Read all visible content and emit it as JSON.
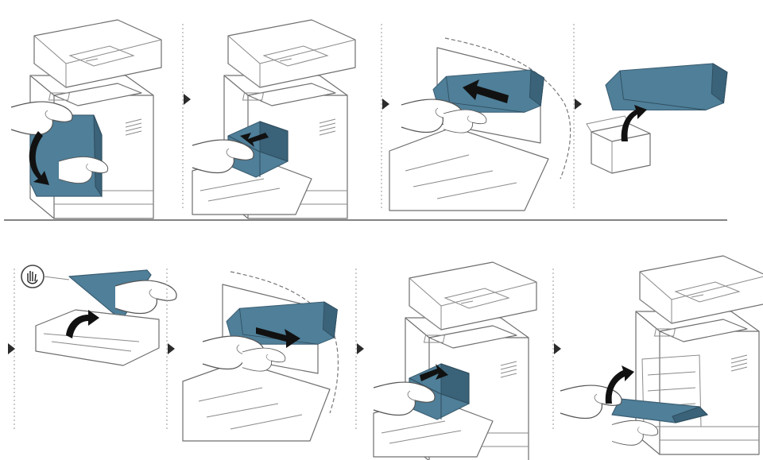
{
  "colors": {
    "accent": "#4f7f99",
    "accent_dark": "#3a6278",
    "step_marker": "#2b2b2b"
  },
  "icons": {
    "step_marker": "triangle-right-icon",
    "hands_symbol": "hand-icon"
  },
  "rows": [
    {
      "steps": [
        {
          "action": "open-front-cover"
        },
        {
          "action": "remove-toner-cartridge"
        },
        {
          "action": "pull-out-imaging-unit"
        },
        {
          "action": "unpack-new-imaging-unit"
        }
      ]
    },
    {
      "steps": [
        {
          "action": "remove-protective-cover"
        },
        {
          "action": "insert-imaging-unit"
        },
        {
          "action": "reinsert-toner-cartridge"
        },
        {
          "action": "close-front-cover"
        }
      ]
    }
  ]
}
